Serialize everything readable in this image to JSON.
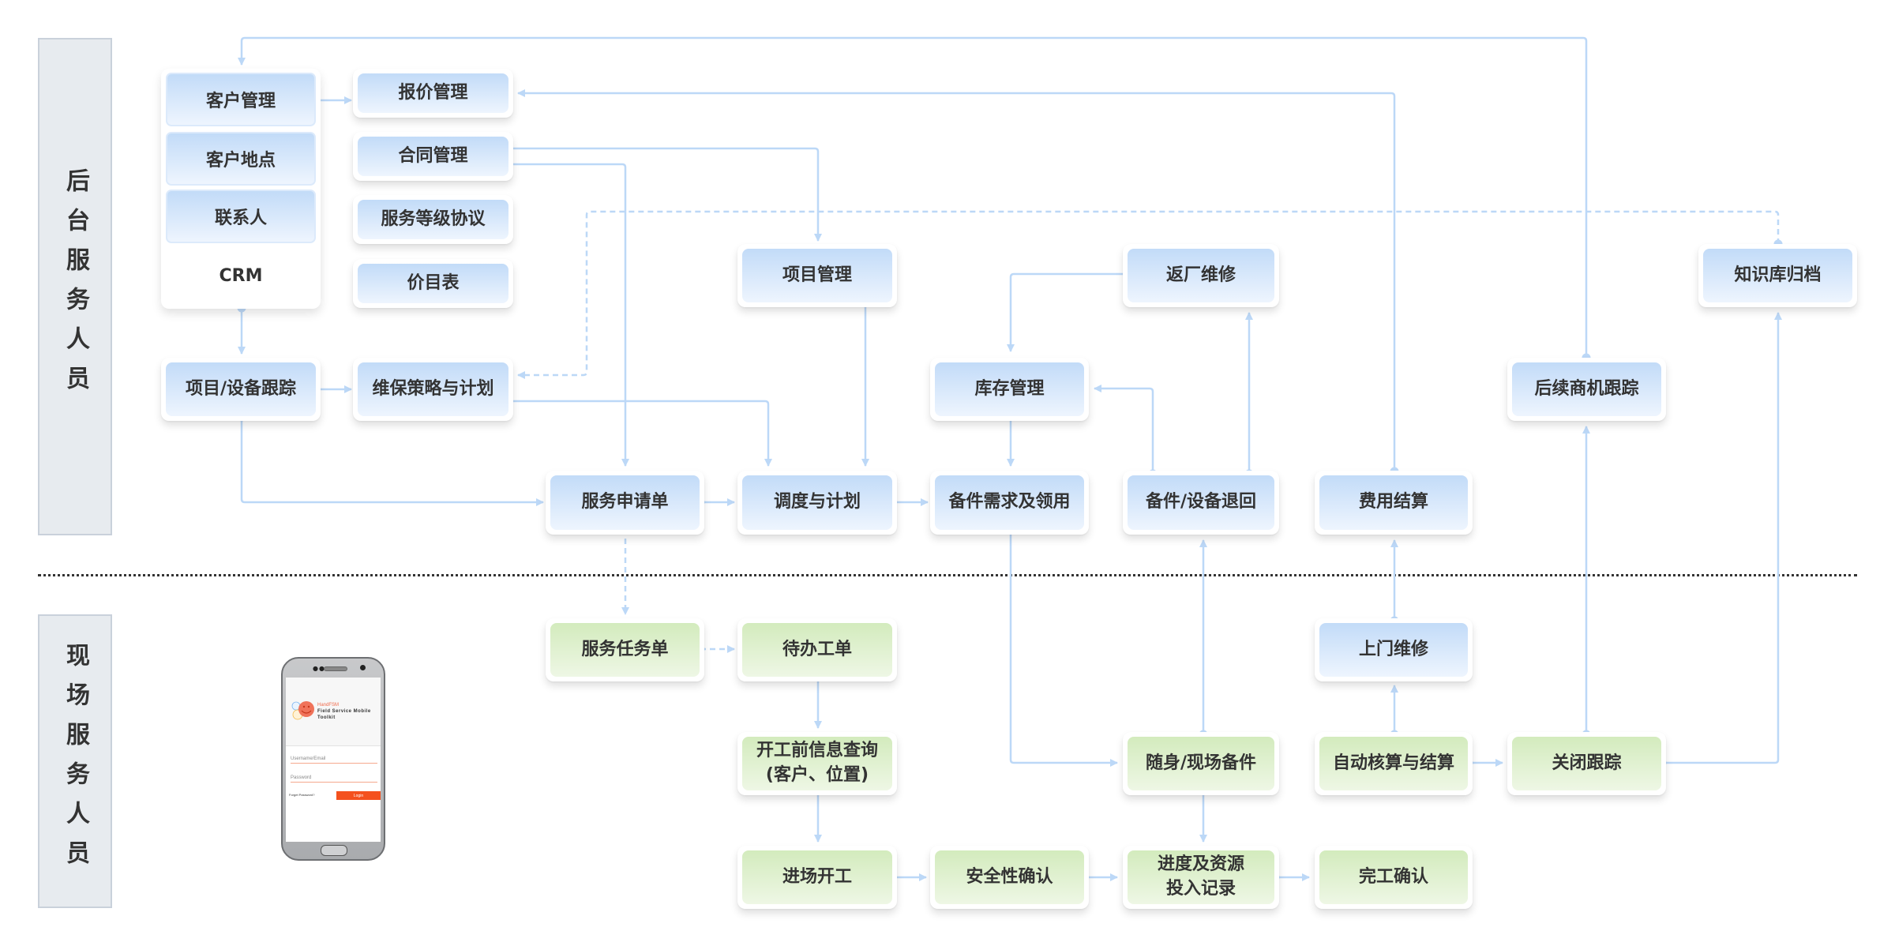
{
  "lanes": {
    "backoffice": "后台服务人员",
    "field": "现场服务人员"
  },
  "crm": {
    "label": "CRM",
    "items": [
      "客户管理",
      "客户地点",
      "联系人"
    ]
  },
  "nodes": {
    "quote": "报价管理",
    "contract": "合同管理",
    "sla": "服务等级协议",
    "pricelist": "价目表",
    "project": "项目管理",
    "factory_repair": "返厂维修",
    "knowledge": "知识库归档",
    "asset_tracking": "项目/设备跟踪",
    "maintenance_plan": "维保策略与计划",
    "inventory": "库存管理",
    "followup": "后续商机跟踪",
    "service_request": "服务申请单",
    "dispatch": "调度与计划",
    "parts_request": "备件需求及领用",
    "parts_return": "备件/设备退回",
    "billing": "费用结算",
    "service_task": "服务任务单",
    "todo": "待办工单",
    "onsite_repair": "上门维修",
    "prework_query": "开工前信息查询(客户、位置)",
    "prework_query_line1": "开工前信息查询",
    "prework_query_line2": "(客户、位置)",
    "carry_parts": "随身/现场备件",
    "auto_settle": "自动核算与结算",
    "close_tracking": "关闭跟踪",
    "start_work": "进场开工",
    "safety_check": "安全性确认",
    "progress_line1": "进度及资源",
    "progress_line2": "投入记录",
    "completion": "完工确认"
  },
  "phone": {
    "brand": "HandFSM",
    "tagline_line1": "Field Service Mobile",
    "tagline_line2": "Toolkit",
    "username_placeholder": "Username/Email",
    "password_placeholder": "Password",
    "forgot": "Forget Password?",
    "login": "Login"
  },
  "colors": {
    "connector": "#bcd8f7",
    "blue_node_top": "#c2dbf8",
    "blue_node_bottom": "#eef5fe",
    "green_node_top": "#d3ebbd",
    "green_node_bottom": "#eef7e5",
    "lane_bg": "#e7ebef",
    "login_button": "#f4511e"
  }
}
